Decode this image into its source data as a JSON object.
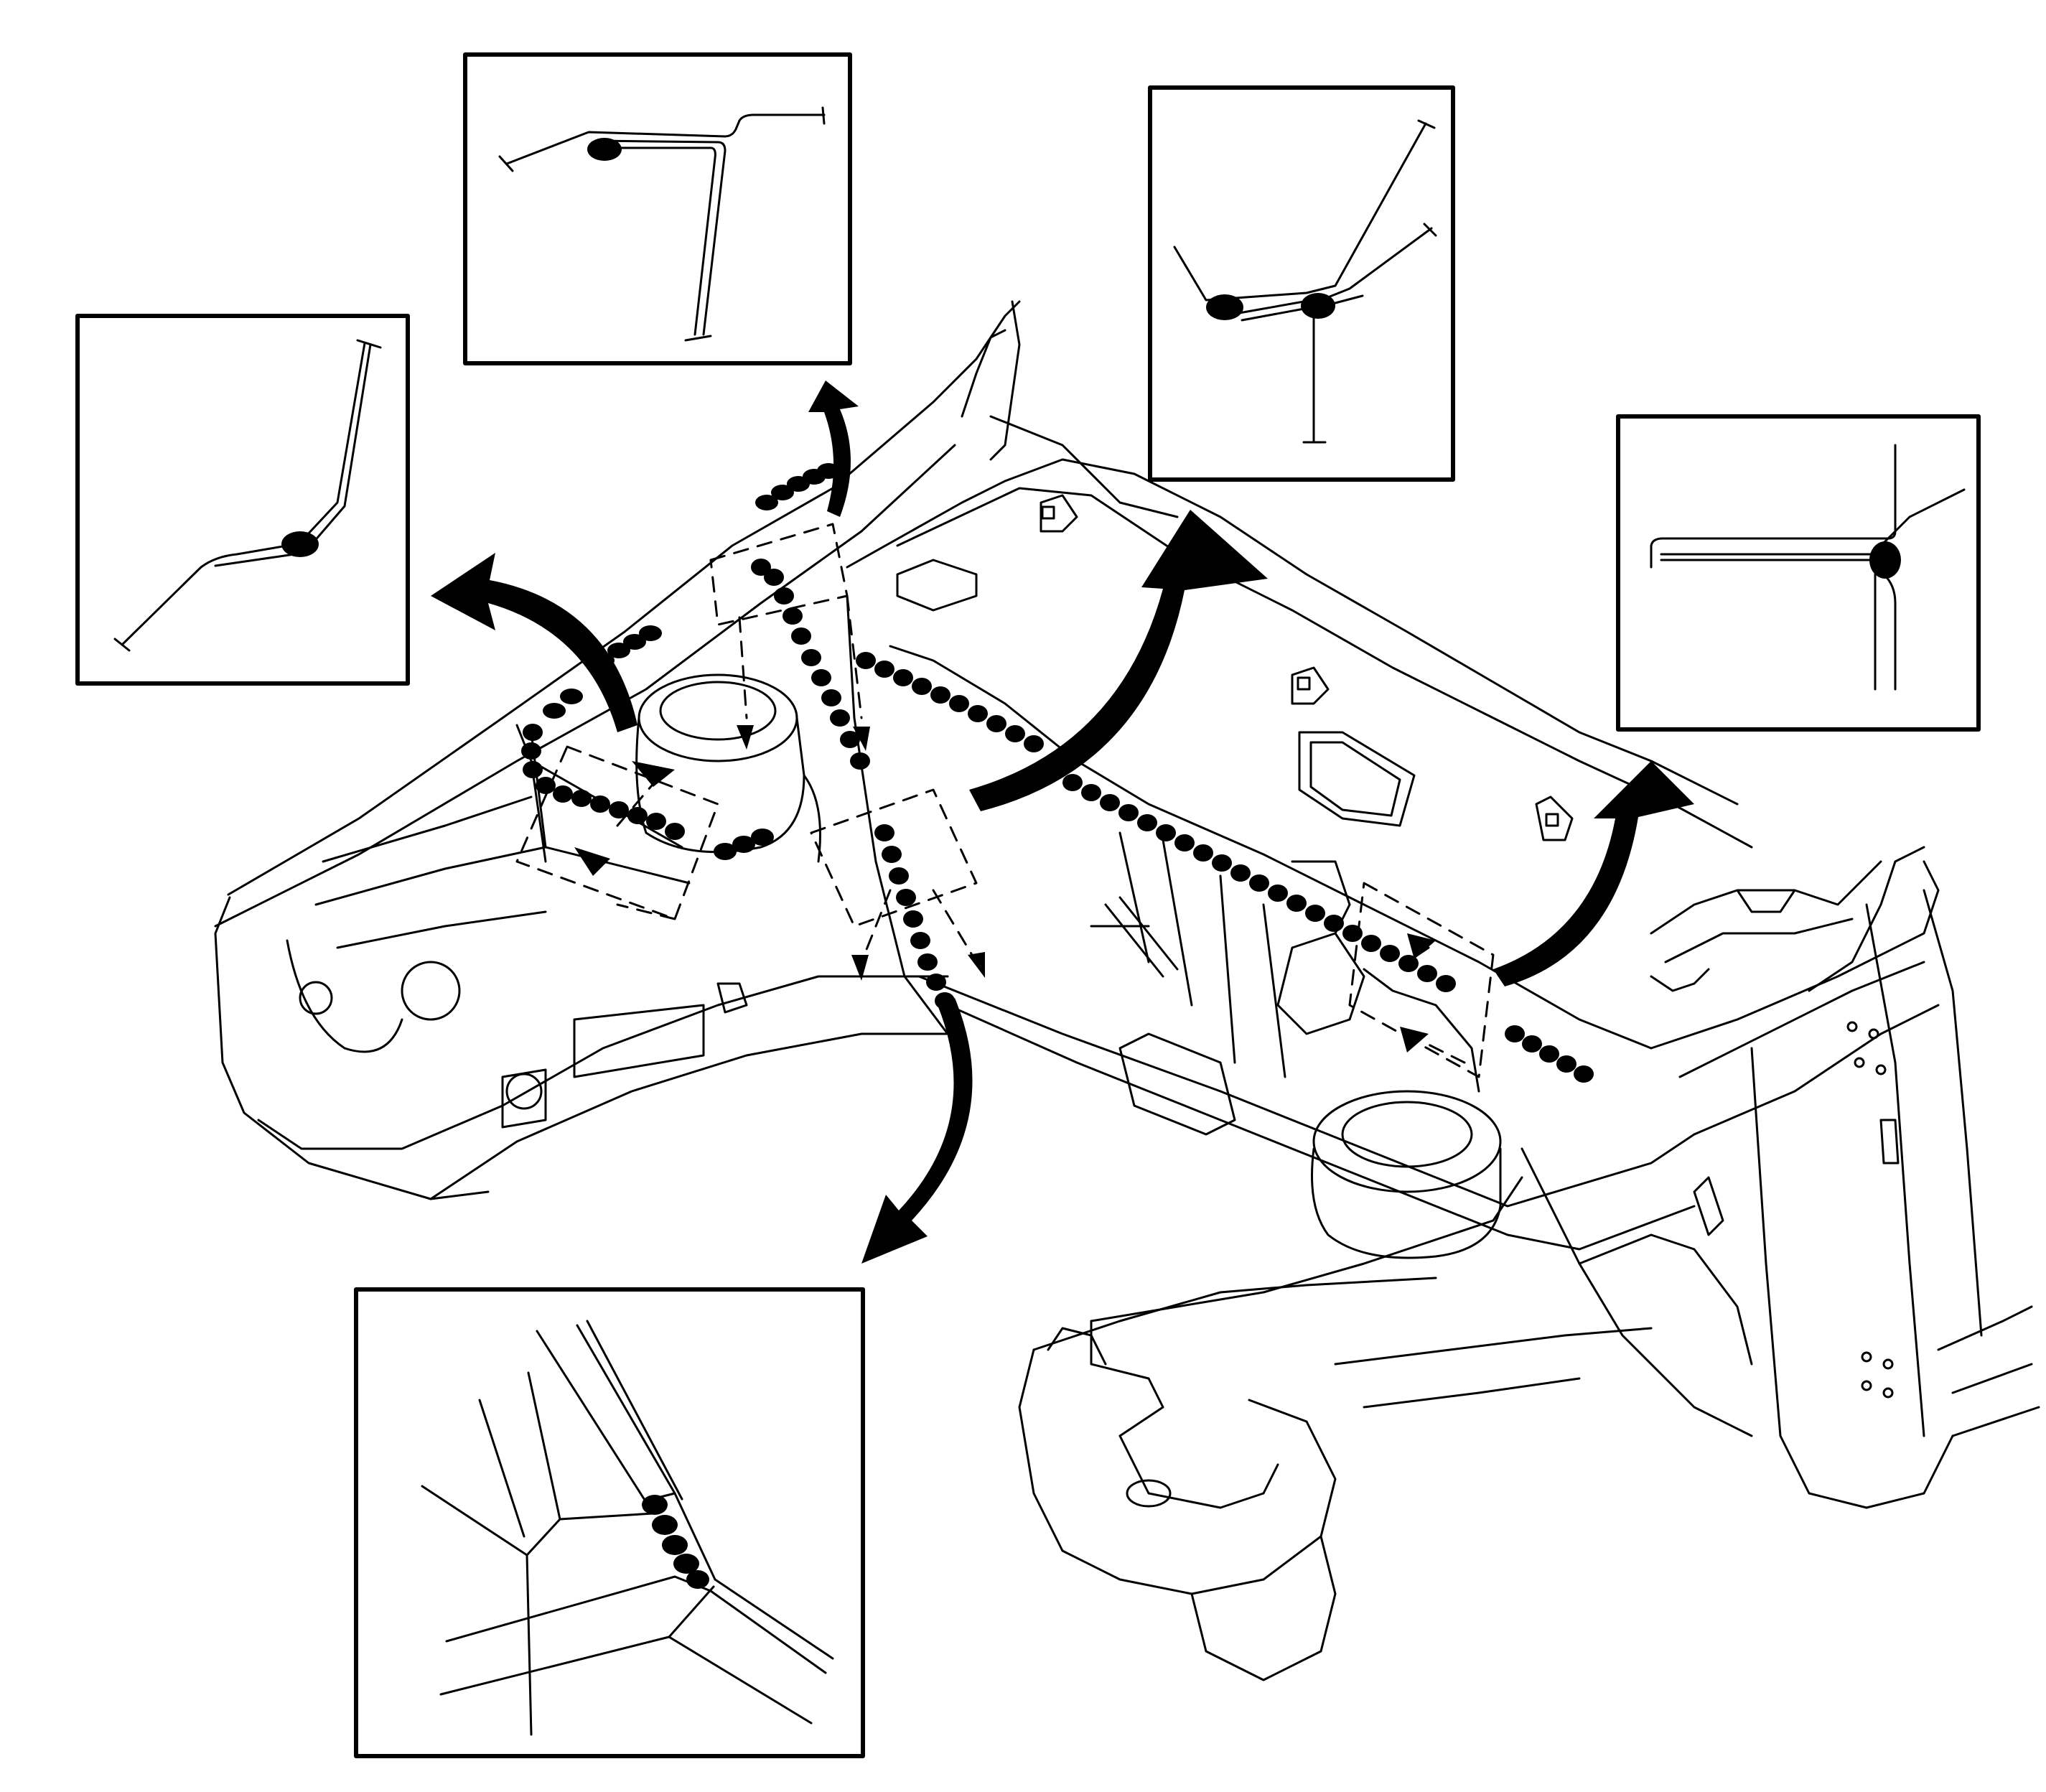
{
  "diagram": {
    "main_view": "front-body-structure-sealer-locations",
    "detail_views": [
      {
        "id": "detail-upper-left",
        "shows": "sealer-bead-at-panel-joint"
      },
      {
        "id": "detail-top-center",
        "shows": "sealer-bead-at-panel-joint"
      },
      {
        "id": "detail-top-right",
        "shows": "sealer-bead-at-panel-joint"
      },
      {
        "id": "detail-right",
        "shows": "sealer-bead-at-panel-joint"
      },
      {
        "id": "detail-bottom",
        "shows": "sealer-bead-along-seam"
      }
    ],
    "colors": {
      "line": "#000000",
      "background": "#ffffff",
      "sealer": "#000000"
    }
  }
}
